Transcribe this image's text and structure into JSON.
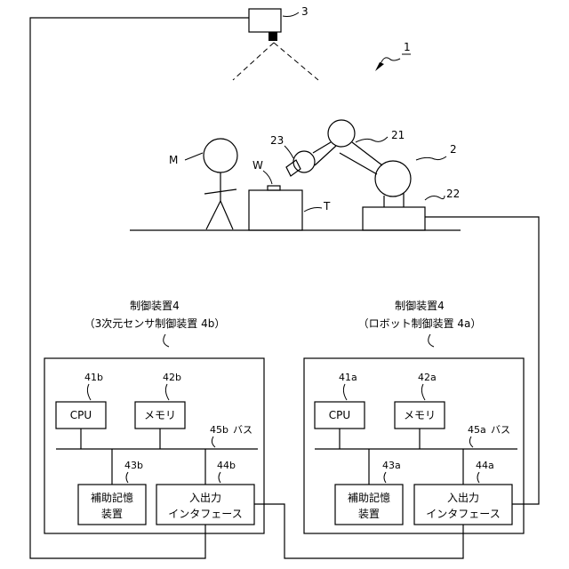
{
  "labels": {
    "system": "1",
    "camera": "3",
    "robot": "2",
    "arm": "21",
    "base": "22",
    "tool": "23",
    "human": "M",
    "workpiece": "W",
    "table": "T"
  },
  "left_device": {
    "title_line1": "制御装置4",
    "title_line2": "（3次元センサ制御装置 4b）",
    "cpu_ref": "41b",
    "cpu": "CPU",
    "mem_ref": "42b",
    "mem": "メモリ",
    "bus_ref": "45b",
    "bus": "バス",
    "aux_ref": "43b",
    "aux_line1": "補助記憶",
    "aux_line2": "装置",
    "io_ref": "44b",
    "io_line1": "入出力",
    "io_line2": "インタフェース"
  },
  "right_device": {
    "title_line1": "制御装置4",
    "title_line2": "（ロボット制御装置 4a）",
    "cpu_ref": "41a",
    "cpu": "CPU",
    "mem_ref": "42a",
    "mem": "メモリ",
    "bus_ref": "45a",
    "bus": "バス",
    "aux_ref": "43a",
    "aux_line1": "補助記憶",
    "aux_line2": "装置",
    "io_ref": "44a",
    "io_line1": "入出力",
    "io_line2": "インタフェース"
  }
}
